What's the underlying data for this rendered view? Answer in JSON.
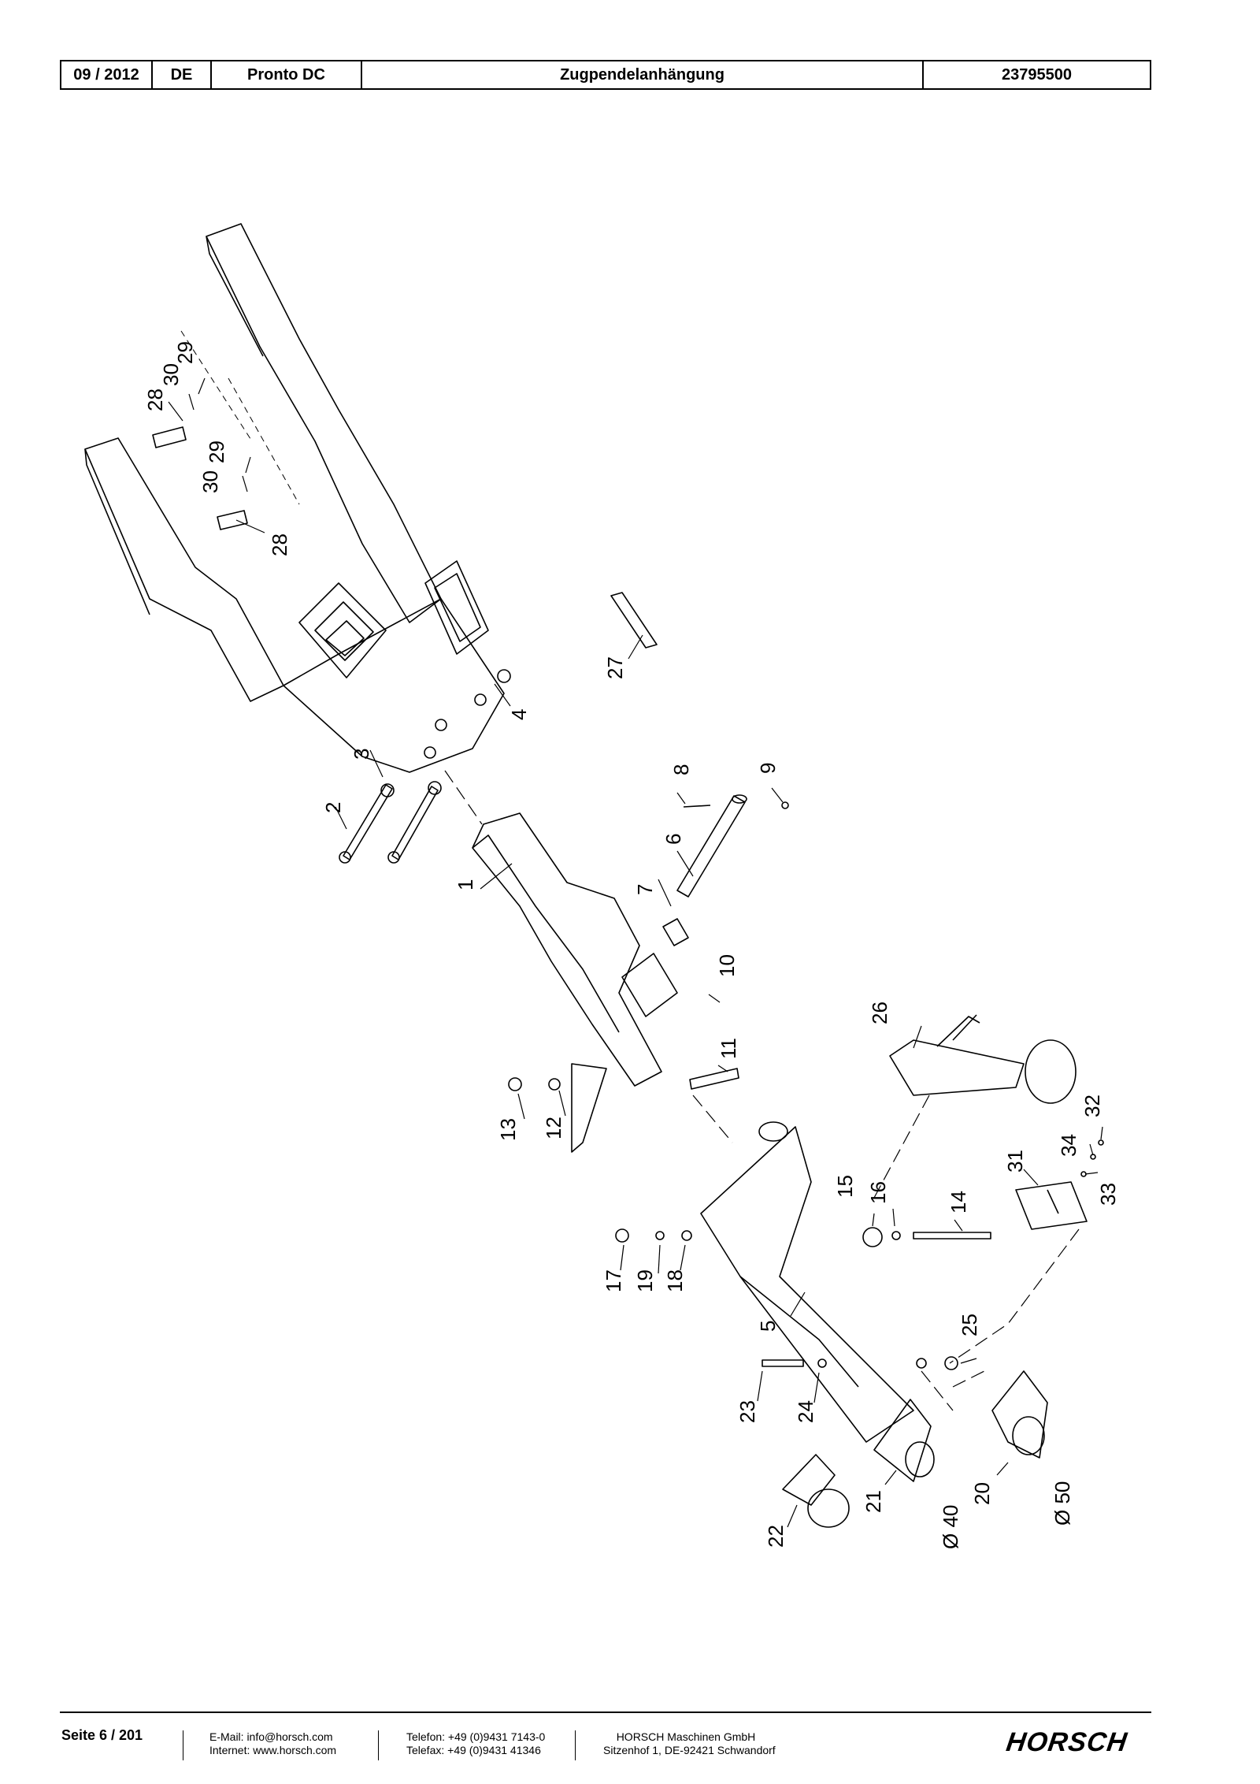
{
  "header": {
    "date": "09 / 2012",
    "language": "DE",
    "model": "Pronto DC",
    "title": "Zugpendelanhängung",
    "doc_number": "23795500"
  },
  "callouts": {
    "c1": "1",
    "c2": "2",
    "c3": "3",
    "c4": "4",
    "c5": "5",
    "c6": "6",
    "c7": "7",
    "c8": "8",
    "c9": "9",
    "c10": "10",
    "c11": "11",
    "c12": "12",
    "c13": "13",
    "c14": "14",
    "c15": "15",
    "c16": "16",
    "c17": "17",
    "c18": "18",
    "c19": "19",
    "c20": "20",
    "c21": "21",
    "c22": "22",
    "c23": "23",
    "c24": "24",
    "c25": "25",
    "c26": "26",
    "c27": "27",
    "c28a": "28",
    "c28b": "28",
    "c29a": "29",
    "c29b": "29",
    "c30a": "30",
    "c30b": "30",
    "c31": "31",
    "c32": "32",
    "c33": "33",
    "c34": "34",
    "d40": "Ø 40",
    "d50": "Ø 50"
  },
  "footer": {
    "page": "Seite 6 / 201",
    "email": "E-Mail: info@horsch.com",
    "internet": "Internet: www.horsch.com",
    "phone": "Telefon: +49 (0)9431 7143-0",
    "fax": "Telefax: +49 (0)9431 41346",
    "company": "HORSCH Maschinen GmbH",
    "address": "Sitzenhof 1, DE-92421 Schwandorf",
    "logo": "HORSCH"
  }
}
